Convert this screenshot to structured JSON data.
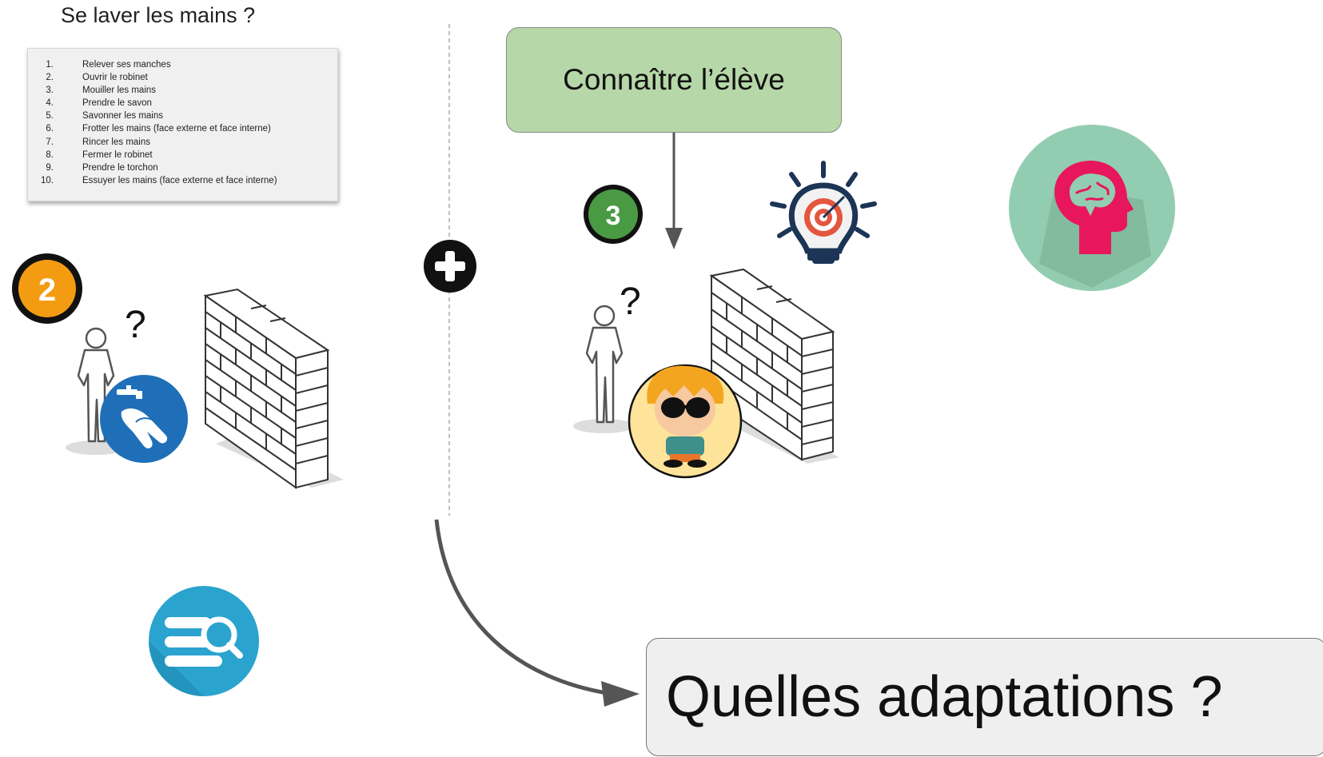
{
  "list": {
    "title": "Se laver les mains ?",
    "steps": [
      {
        "n": "1.",
        "text": "Relever ses manches"
      },
      {
        "n": "2.",
        "text": "Ouvrir le robinet"
      },
      {
        "n": "3.",
        "text": "Mouiller les mains"
      },
      {
        "n": "4.",
        "text": "Prendre le savon"
      },
      {
        "n": "5.",
        "text": "Savonner les mains"
      },
      {
        "n": "6.",
        "text": "Frotter les mains (face externe et face interne)"
      },
      {
        "n": "7.",
        "text": "Rincer les mains"
      },
      {
        "n": "8.",
        "text": "Fermer le robinet"
      },
      {
        "n": "9.",
        "text": "Prendre le torchon"
      },
      {
        "n": "10.",
        "text": "Essuyer les mains (face externe et face interne)"
      }
    ]
  },
  "badges": {
    "two": {
      "label": "2",
      "color": "#f39c12"
    },
    "three": {
      "label": "3",
      "color": "#4a9a44"
    }
  },
  "question_mark": "?",
  "know_box": {
    "label": "Connaître l’élève",
    "color": "#b6d7a8"
  },
  "adapt_box": {
    "label": "Quelles adaptations ?",
    "color": "#efefef"
  },
  "icons": {
    "handwash": "handwash-icon",
    "plus": "plus-icon",
    "lightbulb": "lightbulb-target-icon",
    "brain": "brain-head-icon",
    "search": "search-list-icon",
    "child": "child-avatar"
  },
  "colors": {
    "handwash_bg": "#1f6fb8",
    "brain_bg": "#93cdb1",
    "brain_fg": "#e8175d",
    "search_bg": "#2aa3cf",
    "child_bg": "#fde49a"
  }
}
